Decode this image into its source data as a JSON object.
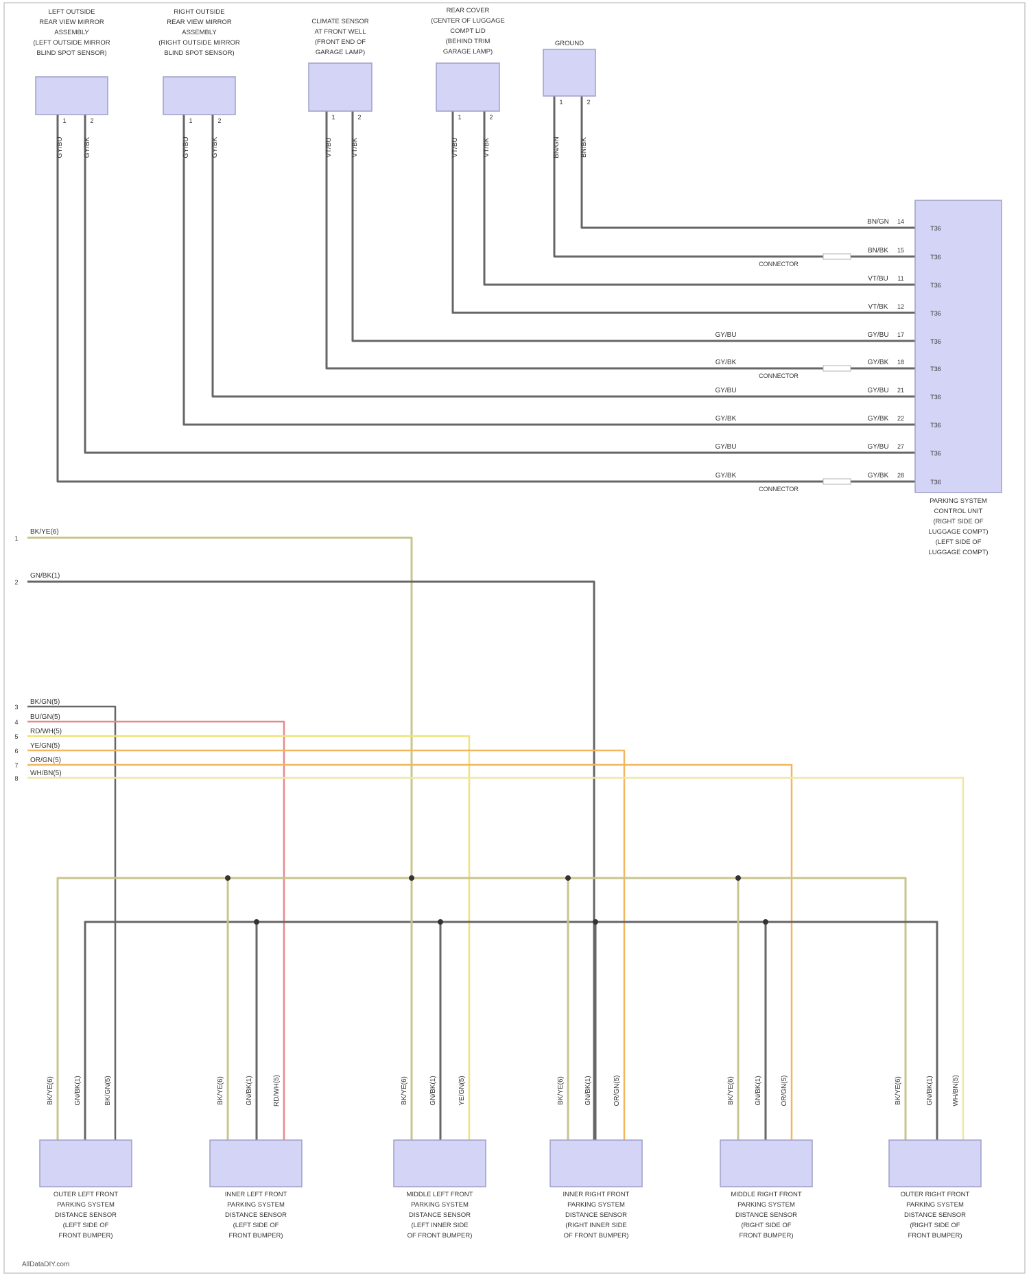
{
  "colors": {
    "wire_gray": "#8c8c8c",
    "wire_dark": "#666666",
    "wire_olive": "#c8c48c",
    "wire_red": "#e88888",
    "wire_yellow": "#f0e27a",
    "wire_orange": "#f2b65f",
    "wire_pale_yellow": "#eee8a6",
    "block_fill": "#d4d4f6",
    "block_stroke": "#9f9fc8"
  },
  "top_components": [
    {
      "caption": [
        "LEFT OUTSIDE",
        "REAR VIEW MIRROR",
        "ASSEMBLY",
        "(LEFT OUTSIDE MIRROR",
        "BLIND SPOT SENSOR)"
      ],
      "wire_a": "GY/BU",
      "wire_b": "GY/BK",
      "pin_a": "1",
      "pin_b": "2"
    },
    {
      "caption": [
        "RIGHT OUTSIDE",
        "REAR VIEW MIRROR",
        "ASSEMBLY",
        "(RIGHT OUTSIDE MIRROR",
        "BLIND SPOT SENSOR)"
      ],
      "wire_a": "GY/BU",
      "wire_b": "GY/BK",
      "pin_a": "1",
      "pin_b": "2"
    },
    {
      "caption": [
        "CLIMATE SENSOR",
        "AT FRONT WELL",
        "(FRONT END OF",
        "GARAGE LAMP)"
      ],
      "wire_a": "VT/BU",
      "wire_b": "VT/BK",
      "pin_a": "1",
      "pin_b": "2"
    },
    {
      "caption": [
        "REAR COVER",
        "(CENTER OF LUGGAGE",
        "COMPT LID",
        "(BEHIND TRIM",
        "GARAGE LAMP)"
      ],
      "wire_a": "VT/BU",
      "wire_b": "VT/BK",
      "pin_a": "1",
      "pin_b": "2"
    },
    {
      "caption": [
        "GROUND"
      ],
      "wire_a": "BN/GN",
      "wire_b": "BN/BK",
      "pin_a": "1",
      "pin_b": "2"
    }
  ],
  "control_unit": {
    "caption": [
      "PARKING SYSTEM",
      "CONTROL UNIT",
      "(RIGHT SIDE OF",
      "LUGGAGE COMPT)",
      "(LEFT SIDE OF",
      "LUGGAGE COMPT)"
    ],
    "pins": [
      "T36",
      "T36",
      "T36",
      "T36",
      "T36",
      "T36",
      "T36",
      "T36",
      "T36",
      "T36"
    ],
    "wire_labels": [
      "BN/GN",
      "BN/BK",
      "VT/BU",
      "VT/BK",
      "GY/BU",
      "GY/BK",
      "GY/BU",
      "GY/BK",
      "GY/BU",
      "GY/BK"
    ],
    "pin_numbers": [
      "14",
      "15",
      "11",
      "12",
      "17",
      "18",
      "21",
      "22",
      "27",
      "28"
    ],
    "mid_labels": [
      "BN/GN",
      "BN/BK",
      "VT/BU",
      "VT/BK",
      "GY/BU",
      "GY/BK",
      "GY/BU",
      "GY/BK",
      "GY/BU",
      "GY/BK"
    ],
    "splice_labels": [
      "CONNECTOR",
      "CONNECTOR",
      "CONNECTOR"
    ]
  },
  "bus_lines": [
    {
      "num": "1",
      "label": "BK/YE(6)"
    },
    {
      "num": "2",
      "label": "GN/BK(1)"
    }
  ],
  "signal_lines": [
    {
      "num": "3",
      "label": "BK/GN(5)"
    },
    {
      "num": "4",
      "label": "BU/GN(5)"
    },
    {
      "num": "5",
      "label": "RD/WH(5)"
    },
    {
      "num": "6",
      "label": "YE/GN(5)"
    },
    {
      "num": "7",
      "label": "OR/GN(5)"
    },
    {
      "num": "8",
      "label": "WH/BN(5)"
    }
  ],
  "bottom_sensors": [
    {
      "caption": [
        "OUTER LEFT FRONT",
        "PARKING SYSTEM",
        "DISTANCE SENSOR",
        "(LEFT SIDE OF",
        "FRONT BUMPER)"
      ],
      "wire_a": "BK/YE(6)",
      "wire_b": "GN/BK(1)",
      "wire_c": "BK/GN(5)"
    },
    {
      "caption": [
        "INNER LEFT FRONT",
        "PARKING SYSTEM",
        "DISTANCE SENSOR",
        "(LEFT SIDE OF",
        "FRONT BUMPER)"
      ],
      "wire_a": "BK/YE(6)",
      "wire_b": "GN/BK(1)",
      "wire_c": "RD/WH(5)"
    },
    {
      "caption": [
        "MIDDLE LEFT FRONT",
        "PARKING SYSTEM",
        "DISTANCE SENSOR",
        "(LEFT INNER SIDE",
        "OF FRONT BUMPER)"
      ],
      "wire_a": "BK/YE(6)",
      "wire_b": "GN/BK(1)",
      "wire_c": "YE/GN(5)"
    },
    {
      "caption": [
        "INNER RIGHT FRONT",
        "PARKING SYSTEM",
        "DISTANCE SENSOR",
        "(RIGHT INNER SIDE",
        "OF FRONT BUMPER)"
      ],
      "wire_a": "BK/YE(6)",
      "wire_b": "GN/BK(1)",
      "wire_c": "OR/GN(5)"
    },
    {
      "caption": [
        "MIDDLE RIGHT FRONT",
        "PARKING SYSTEM",
        "DISTANCE SENSOR",
        "(RIGHT SIDE OF",
        "FRONT BUMPER)"
      ],
      "wire_a": "BK/YE(6)",
      "wire_b": "GN/BK(1)",
      "wire_c": "OR/GN(5)"
    },
    {
      "caption": [
        "OUTER RIGHT FRONT",
        "PARKING SYSTEM",
        "DISTANCE SENSOR",
        "(RIGHT SIDE OF",
        "FRONT BUMPER)"
      ],
      "wire_a": "BK/YE(6)",
      "wire_b": "GN/BK(1)",
      "wire_c": "WH/BN(5)"
    }
  ],
  "footer": "AllDataDIY.com"
}
